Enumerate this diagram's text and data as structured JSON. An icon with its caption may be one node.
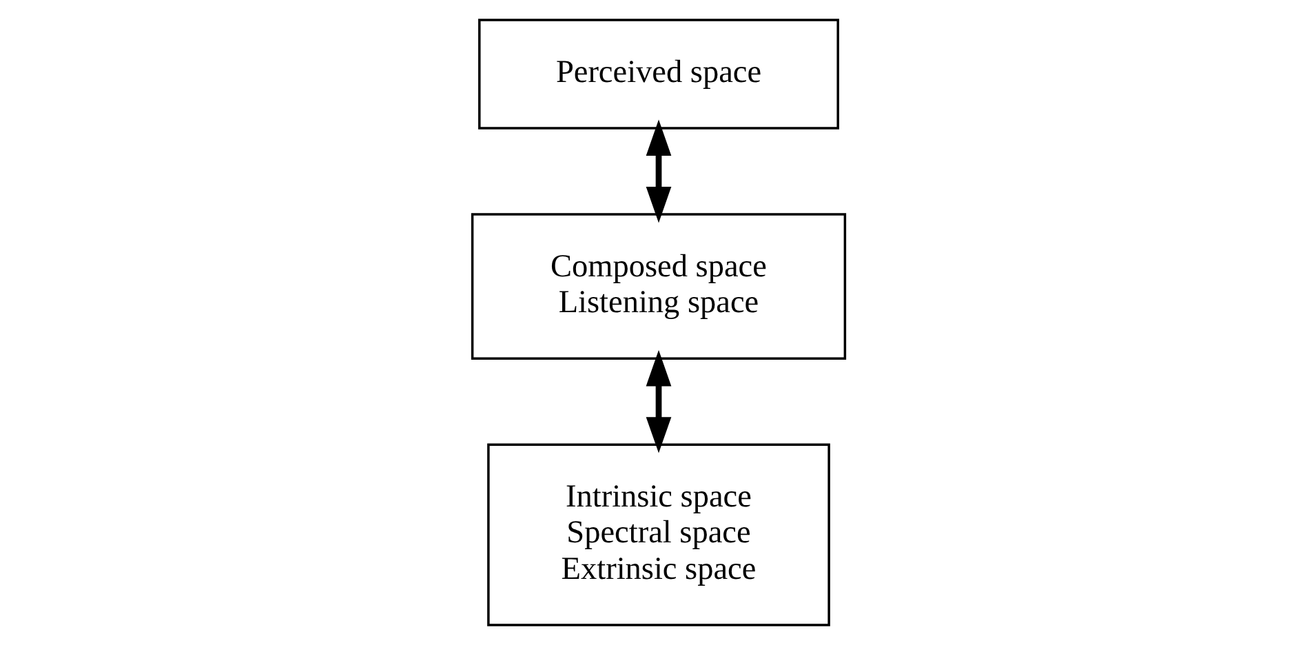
{
  "diagram": {
    "nodes": [
      {
        "text": [
          "Perceived space"
        ]
      },
      {
        "text": [
          "Composed space",
          "Listening space"
        ]
      },
      {
        "text": [
          "Intrinsic space",
          "Spectral space",
          "Extrinsic space"
        ]
      }
    ],
    "edges": [
      {
        "from": 0,
        "to": 1,
        "arrow": "both"
      },
      {
        "from": 1,
        "to": 2,
        "arrow": "both"
      }
    ]
  }
}
